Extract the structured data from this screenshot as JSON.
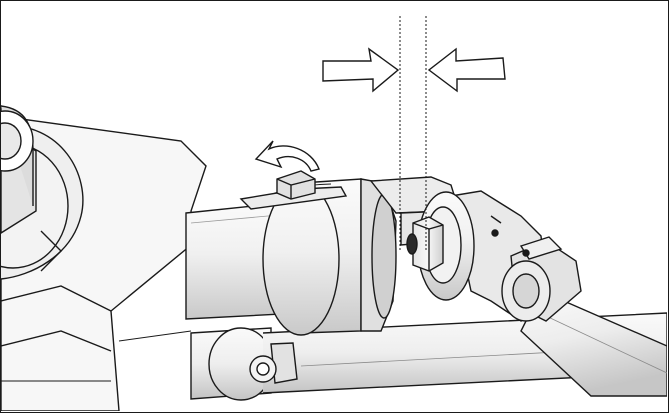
{
  "figure": {
    "description": "",
    "colors": {
      "outline": "#1a1a1a",
      "light": "#f4f4f4",
      "mid": "#dcdcdc",
      "dark": "#bdbdbd",
      "background": "#ffffff"
    },
    "parts": [
      {
        "id": "machine-housing",
        "kind": "casting"
      },
      {
        "id": "left-spindle",
        "kind": "cylinder"
      },
      {
        "id": "clamp-sleeve",
        "kind": "cylinder"
      },
      {
        "id": "lower-rod",
        "kind": "cylinder"
      },
      {
        "id": "tie-rod",
        "kind": "cylinder"
      },
      {
        "id": "adjuster-nut",
        "kind": "hex-nut"
      },
      {
        "id": "lock-screw",
        "kind": "screw"
      },
      {
        "id": "ball-joint",
        "kind": "joint"
      },
      {
        "id": "clamp-bracket",
        "kind": "bracket"
      }
    ],
    "arrows": [
      {
        "id": "left-push-arrow",
        "direction": "right"
      },
      {
        "id": "right-push-arrow",
        "direction": "left"
      },
      {
        "id": "rotate-arrow",
        "direction": "counterclockwise"
      }
    ],
    "guides": [
      {
        "id": "gap-guide-left",
        "style": "dotted"
      },
      {
        "id": "gap-guide-right",
        "style": "dotted"
      }
    ]
  }
}
